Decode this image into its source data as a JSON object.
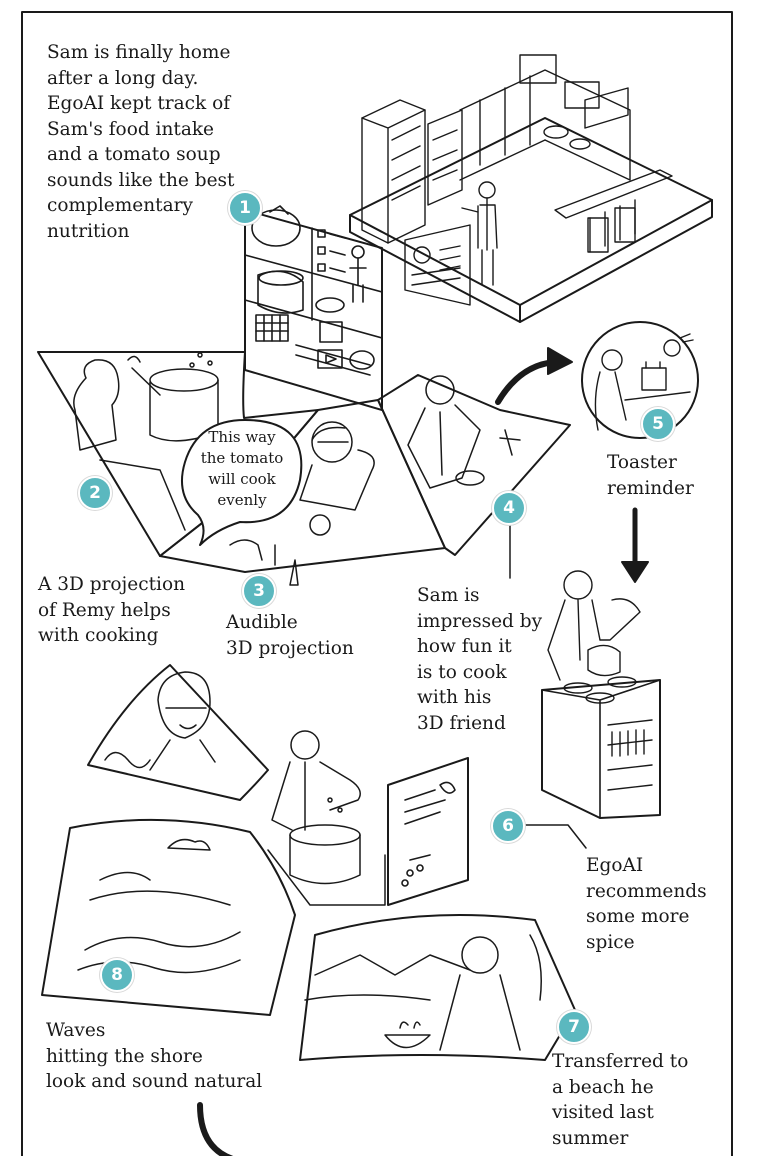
{
  "colors": {
    "badge": "#5bb8bf",
    "ink": "#1a1a1a"
  },
  "captions": {
    "c1": "Sam is finally home\nafter a long day.\nEgoAI kept track of\nSam's food intake\nand a tomato soup\nsounds like the best\ncomplementary\nnutrition",
    "c2": "A 3D projection\nof Remy helps\nwith cooking",
    "c3": "Audible\n3D projection",
    "c4": "Sam is\nimpressed by\nhow fun it\nis to cook\nwith his\n3D friend",
    "c5": "Toaster\nreminder",
    "c6": "EgoAI\nrecommends\nsome more\nspice",
    "c7": "Transferred to\na beach he\nvisited last\nsummer",
    "c8": "Waves\nhitting the shore\nlook and sound natural"
  },
  "speech_bubble": "This way\nthe tomato\nwill cook\nevenly",
  "badges": {
    "b1": "1",
    "b2": "2",
    "b3": "3",
    "b4": "4",
    "b5": "5",
    "b6": "6",
    "b7": "7",
    "b8": "8"
  },
  "icons": [
    "kitchen-scene",
    "recipe-panel",
    "chef-remy-pot",
    "cooking-closeup",
    "sam-stirring",
    "toaster-vignette",
    "stove-pot",
    "sam-smiling",
    "sam-spicing",
    "recipe-card",
    "ocean-waves",
    "beach-bowl"
  ]
}
